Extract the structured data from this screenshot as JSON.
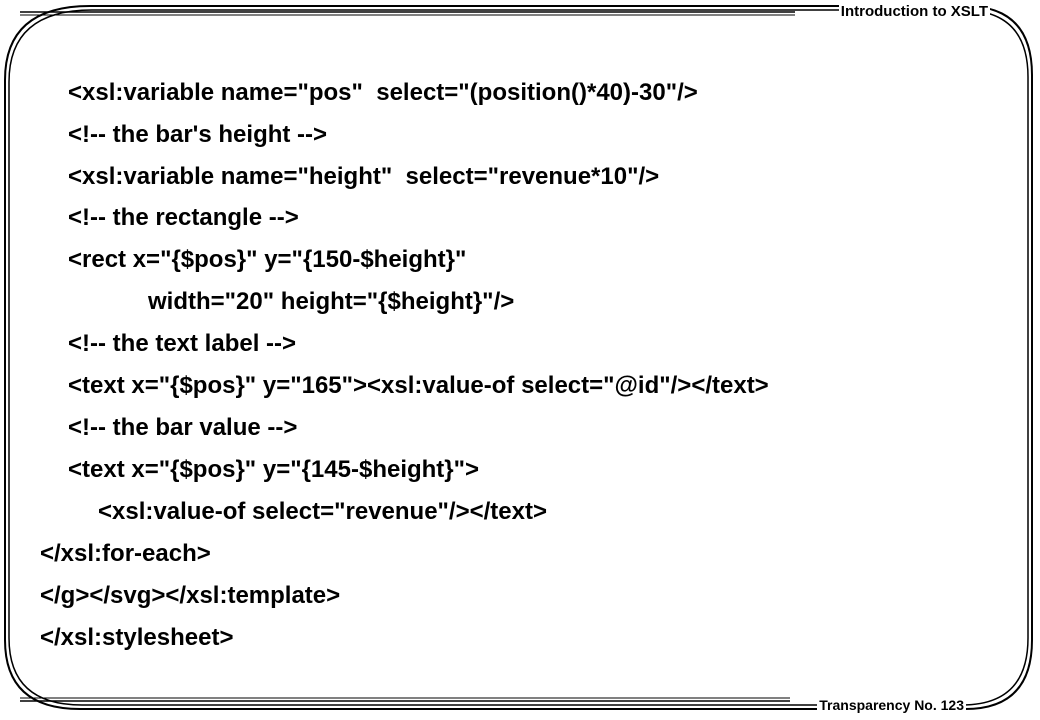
{
  "header": {
    "title": "Introduction to XSLT"
  },
  "footer": {
    "transparency": "Transparency No. 123"
  },
  "code": {
    "lines": [
      "<xsl:variable name=\"pos\"  select=\"(position()*40)-30\"/>",
      "<!-- the bar's height -->",
      "<xsl:variable name=\"height\"  select=\"revenue*10\"/>",
      "<!-- the rectangle -->",
      "<rect x=\"{$pos}\" y=\"{150-$height}\"",
      "width=\"20\" height=\"{$height}\"/>",
      "<!-- the text label -->",
      "<text x=\"{$pos}\" y=\"165\"><xsl:value-of select=\"@id\"/></text>",
      "<!-- the bar value -->",
      "<text x=\"{$pos}\" y=\"{145-$height}\">",
      "<xsl:value-of select=\"revenue\"/></text>",
      "</xsl:for-each>",
      "</g></svg></xsl:template>",
      "</xsl:stylesheet>"
    ]
  }
}
